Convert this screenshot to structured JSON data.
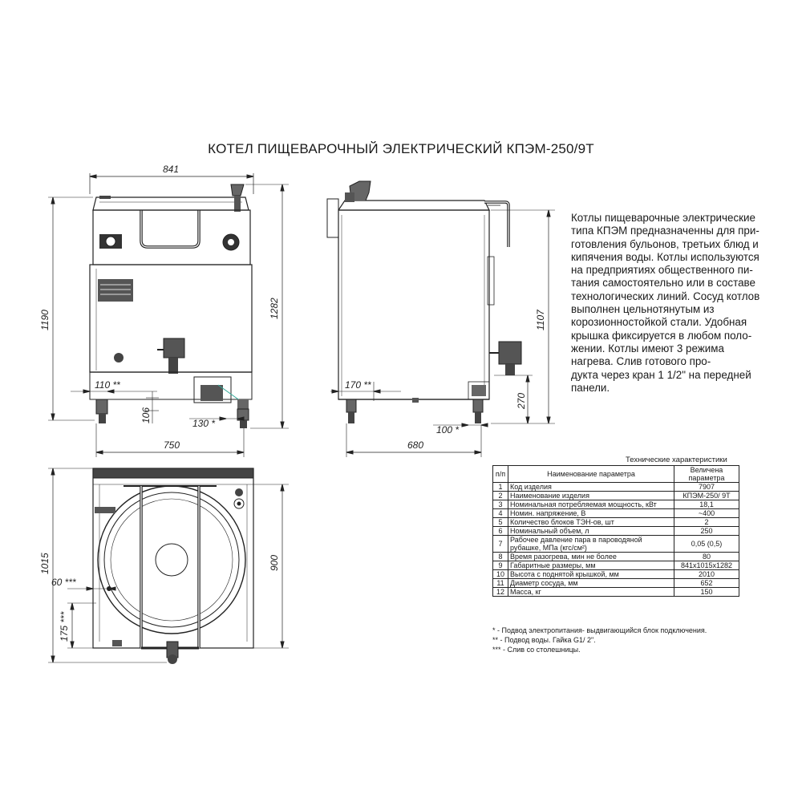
{
  "title": "КОТЕЛ ПИЩЕВАРОЧНЫЙ ЭЛЕКТРИЧЕСКИЙ КПЭМ-250/9Т",
  "description_lines": [
    "Котлы пищеварочные электрические",
    "типа КПЭМ предназначенны для при-",
    "готовления бульонов, третьих блюд и",
    "кипячения воды. Котлы используются",
    "на предприятиях общественного пи-",
    "тания самостоятельно или в составе",
    "технологических линий. Сосуд котлов",
    "выполнен цельнотянутым из",
    "корозионностойкой стали. Удобная",
    "крышка фиксируется в любом поло-",
    "жении. Котлы имеют 3 режима",
    "нагрева. Слив готового про-",
    "дукта через кран 1 1/2\" на передней",
    "панели."
  ],
  "front_view": {
    "dim_width_top": "841",
    "dim_height_left": "1190",
    "dim_height_right": "1282",
    "dim_110": "110 **",
    "dim_106": "106",
    "dim_130": "130 *",
    "dim_750": "750"
  },
  "side_view": {
    "dim_1107": "1107",
    "dim_170": "170 **",
    "dim_270": "270",
    "dim_100": "100 *",
    "dim_680": "680"
  },
  "top_view": {
    "dim_1015": "1015",
    "dim_900": "900",
    "dim_60": "60 ***",
    "dim_175": "175 ***"
  },
  "specs": {
    "caption": "Технические характеристики",
    "headers": [
      "п/п",
      "Наименование параметра",
      "Величена параметра"
    ],
    "rows": [
      {
        "n": "1",
        "name": "Код изделия",
        "value": "7907"
      },
      {
        "n": "2",
        "name": "Наименование изделия",
        "value": "КПЭМ-250/ 9Т"
      },
      {
        "n": "3",
        "name": "Номинальная потребляемая мощность, кВт",
        "value": "18,1"
      },
      {
        "n": "4",
        "name": "Номин. напряжение, В",
        "value": "~400"
      },
      {
        "n": "5",
        "name": "Количество блоков ТЭН-ов, шт",
        "value": "2"
      },
      {
        "n": "6",
        "name": "Номинальный объем, л",
        "value": "250"
      },
      {
        "n": "7",
        "name": "Рабочее давление пара в пароводяной рубашке, МПа (кгс/см²)",
        "value": "0,05 (0,5)"
      },
      {
        "n": "8",
        "name": "Время разогрева, мин не более",
        "value": "80"
      },
      {
        "n": "9",
        "name": "Габаритные размеры, мм",
        "value": "841x1015x1282"
      },
      {
        "n": "10",
        "name": "Высота с поднятой крышкой, мм",
        "value": "2010"
      },
      {
        "n": "11",
        "name": "Диаметр сосуда, мм",
        "value": "652"
      },
      {
        "n": "12",
        "name": "Масса, кг",
        "value": "150"
      }
    ]
  },
  "notes": [
    "* - Подвод электропитания- выдвигающийся блок подключения.",
    "** - Подвод воды. Гайка G1/ 2\".",
    "*** - Слив со столешницы."
  ]
}
